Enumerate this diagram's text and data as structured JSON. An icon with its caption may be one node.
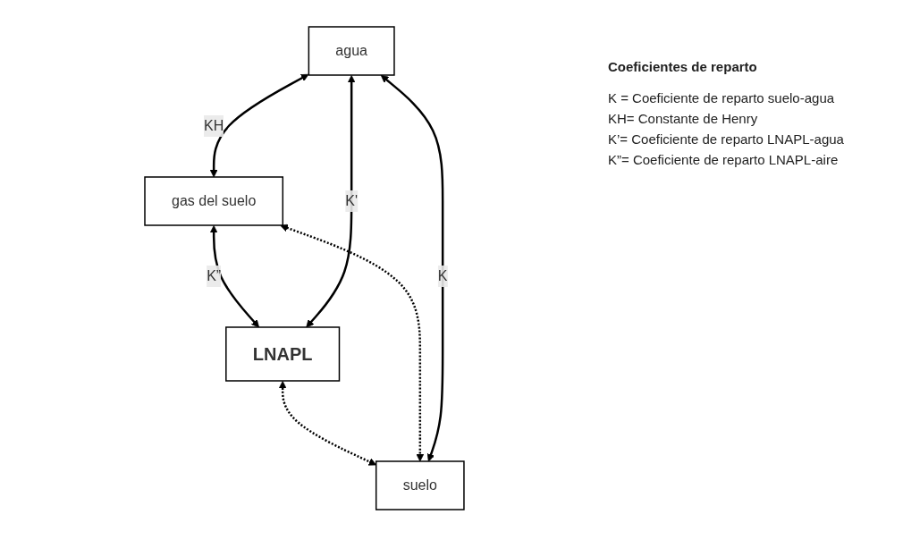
{
  "diagram": {
    "nodes": [
      {
        "text": [
          "gas del suelo"
        ]
      },
      {
        "text": [
          "LNAPL"
        ]
      },
      {
        "text": [
          "agua"
        ]
      },
      {
        "text": [
          "suelo"
        ]
      }
    ],
    "edges": [
      {
        "from": 2,
        "to": 0,
        "arrow": "both",
        "label": "KH"
      },
      {
        "from": 0,
        "to": 1,
        "arrow": "both",
        "label": "K”"
      },
      {
        "from": 2,
        "to": 1,
        "arrow": "both",
        "label": "K'"
      },
      {
        "from": 1,
        "to": 3,
        "arrow": "both",
        "style": "dashed"
      },
      {
        "from": 0,
        "to": 3,
        "arrow": "both",
        "style": "dashed"
      },
      {
        "from": 2,
        "to": 3,
        "arrow": "both",
        "label": "K"
      }
    ],
    "labels": [
      "Coeficientes de reparto",
      "K = Coeficiente de reparto suelo-agua",
      "KH= Constante de Henry",
      "K’= Coeficiente de reparto LNAPL-agua",
      "K”= Coeficiente de reparto LNAPL-aire"
    ]
  }
}
